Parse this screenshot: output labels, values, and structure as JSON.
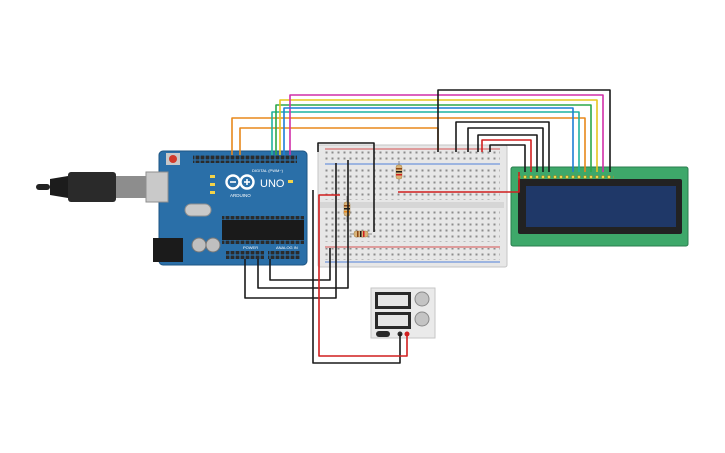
{
  "colors": {
    "background": "#ffffff",
    "arduino_board": "#2a6fa8",
    "breadboard": "#e6e6e6",
    "lcd_pcb": "#3ea86a",
    "lcd_screen": "#1f3868",
    "wire_black": "#1a1a1a",
    "wire_red": "#d11f1f",
    "wire_orange": "#e8881c",
    "wire_yellow": "#e7c51f",
    "wire_green": "#2da84a",
    "wire_blue": "#1f7fd6",
    "wire_magenta": "#d12fa8",
    "wire_teal": "#1fb3a0"
  },
  "arduino": {
    "brand": "ARDUINO",
    "model": "UNO",
    "digital_label": "DIGITAL (PWM~)",
    "power_label": "POWER",
    "analog_label": "ANALOG IN",
    "reset_icon": "reset-button-icon",
    "usb_icon": "usb-connector-icon"
  },
  "usb_cable": {
    "icon": "usb-cable-icon"
  },
  "breadboard": {
    "icon": "breadboard-icon"
  },
  "lcd": {
    "icon": "lcd-16x2-icon"
  },
  "power_supply": {
    "icon": "power-supply-icon"
  },
  "resistors": [
    {
      "name": "resistor-top"
    },
    {
      "name": "resistor-middle"
    },
    {
      "name": "resistor-bottom"
    }
  ]
}
